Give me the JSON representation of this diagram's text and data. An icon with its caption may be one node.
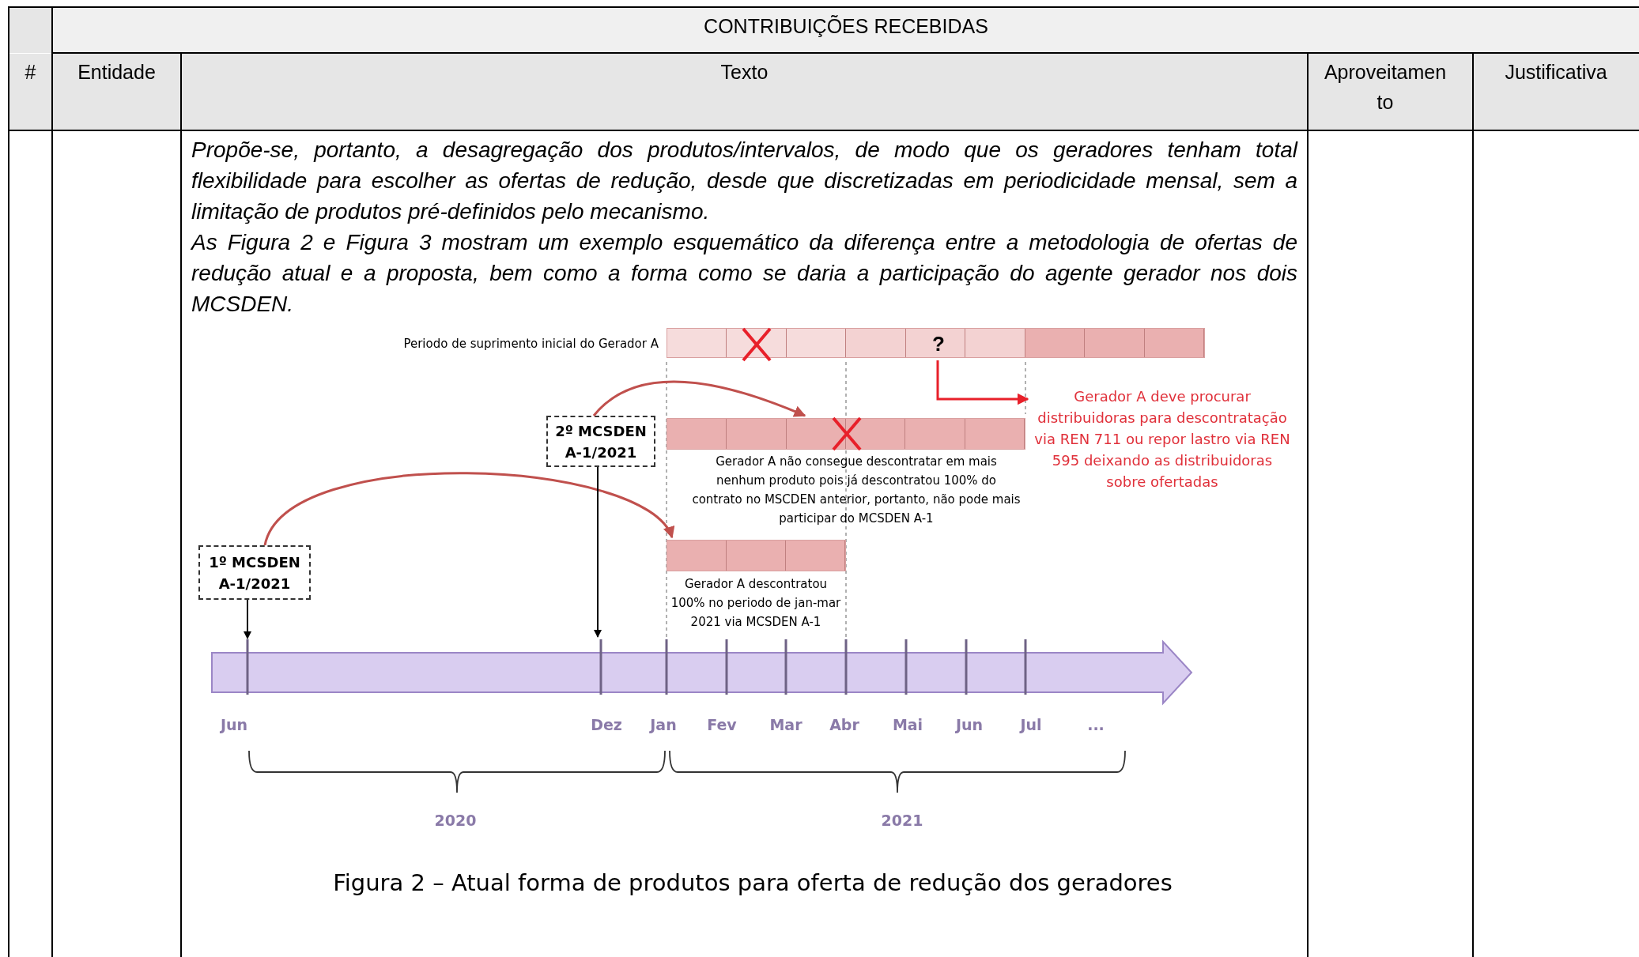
{
  "diagram": {
    "caption": "Figura 2 – Atual forma de produtos para oferta de redução dos geradores",
    "nodes": [
      {
        "text": [
          "?"
        ],
        "beside": [
          "Periodo de suprimento inicial do Gerador A"
        ]
      },
      {
        "text": [
          "Gerador A deve procurar distribuidoras para descontratação via REN 711 ou repor lastro via REN 595 deixando as distribuidoras sobre ofertadas"
        ]
      },
      {
        "text": [
          "2º MCSDEN A-1/2021"
        ]
      },
      {
        "text": [],
        "shape": "bar",
        "beside": [
          "Gerador A não consegue descontratar em mais nenhum produto pois já descontratou 100% do contrato no MSCDEN anterior, portanto, não pode mais participar do MCSDEN A-1"
        ]
      },
      {
        "text": [],
        "shape": "bar",
        "beside": [
          "Gerador A descontratou 100% no periodo de jan-mar 2021 via MCSDEN A-1"
        ]
      },
      {
        "text": [
          "1º MCSDEN A-1/2021"
        ]
      },
      {
        "text": [],
        "shape": "bar"
      }
    ],
    "edges": [
      {
        "from": 0,
        "to": 1,
        "arrow": "to",
        "color": "#e8202a"
      },
      {
        "from": 2,
        "to": 3,
        "arrow": "to",
        "color": "#c0504d"
      },
      {
        "from": 5,
        "to": 4,
        "arrow": "to",
        "color": "#c0504d"
      },
      {
        "from": 2,
        "to": 6,
        "arrow": "to",
        "color": "#000000"
      },
      {
        "from": 5,
        "to": 6,
        "arrow": "to",
        "color": "#000000"
      }
    ],
    "labels": [
      "CONTRIBUIÇÕES RECEBIDAS",
      "#",
      "Entidade",
      "Texto",
      "Aproveitamento",
      "Justificativa",
      "Propõe-se, portanto, a desagregação dos produtos/intervalos, de modo que os geradores tenham total flexibilidade para escolher as ofertas de redução, desde que discretizadas em periodicidade mensal, sem a limitação de produtos pré-definidos pelo mecanismo.",
      "As Figura 2 e Figura 3 mostram um exemplo esquemático da diferença entre a metodologia de ofertas de redução atual e a proposta, bem como a forma como se daria a participação do agente gerador nos dois MCSDEN.",
      "Jun",
      "Dez",
      "Jan",
      "Fev",
      "Mar",
      "Abr",
      "Mai",
      "Jun",
      "Jul",
      "...",
      "2020",
      "2021"
    ]
  }
}
